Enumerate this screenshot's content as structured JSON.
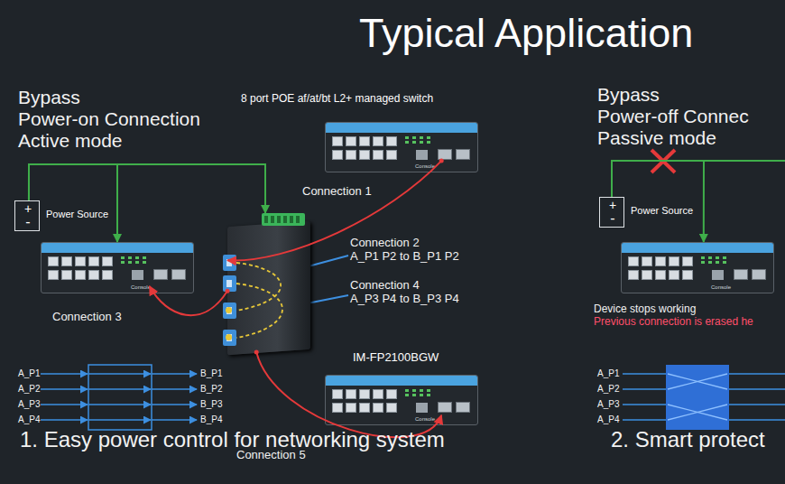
{
  "diagram": {
    "title": "Typical Application",
    "nodes": [
      {
        "text": [
          "+",
          "-",
          "Power Source"
        ]
      },
      {
        "text": [
          "8 port POE af/at/bt L2+ managed switch",
          "Console"
        ]
      },
      {
        "text": [
          "Console"
        ]
      },
      {
        "text": []
      },
      {
        "text": [
          "IM-FP2100BGW",
          "Console"
        ]
      },
      {
        "text": [
          "+",
          "-",
          "Power Source"
        ]
      },
      {
        "text": [
          "Console"
        ]
      }
    ],
    "edges": [
      {
        "from": 0,
        "to": 2,
        "arrow": "to"
      },
      {
        "from": 0,
        "to": 3,
        "arrow": "to"
      },
      {
        "from": 1,
        "to": 3,
        "label": "Connection 1",
        "arrow": "to"
      },
      {
        "from": 3,
        "to": 2,
        "label": "Connection 3",
        "arrow": "to"
      },
      {
        "from": 3,
        "to": 4,
        "label": "Connection 5",
        "arrow": "to"
      },
      {
        "from": 5,
        "to": 6,
        "arrow": "to"
      }
    ],
    "labels": [
      "Bypass",
      "Power-on Connection",
      "Active mode",
      "Connection 2",
      "A_P1 P2 to B_P1 P2",
      "Connection 4",
      "A_P3 P4 to B_P3 P4",
      "A_P1",
      "A_P2",
      "A_P3",
      "A_P4",
      "B_P1",
      "B_P2",
      "B_P3",
      "B_P4",
      "1. Easy power control for networking system",
      "Bypass",
      "Power-off Connec",
      "Passive mode",
      "Device stops working",
      "Previous connection is erased he",
      "A_P1",
      "A_P2",
      "A_P3",
      "A_P4",
      "2. Smart protect"
    ]
  }
}
